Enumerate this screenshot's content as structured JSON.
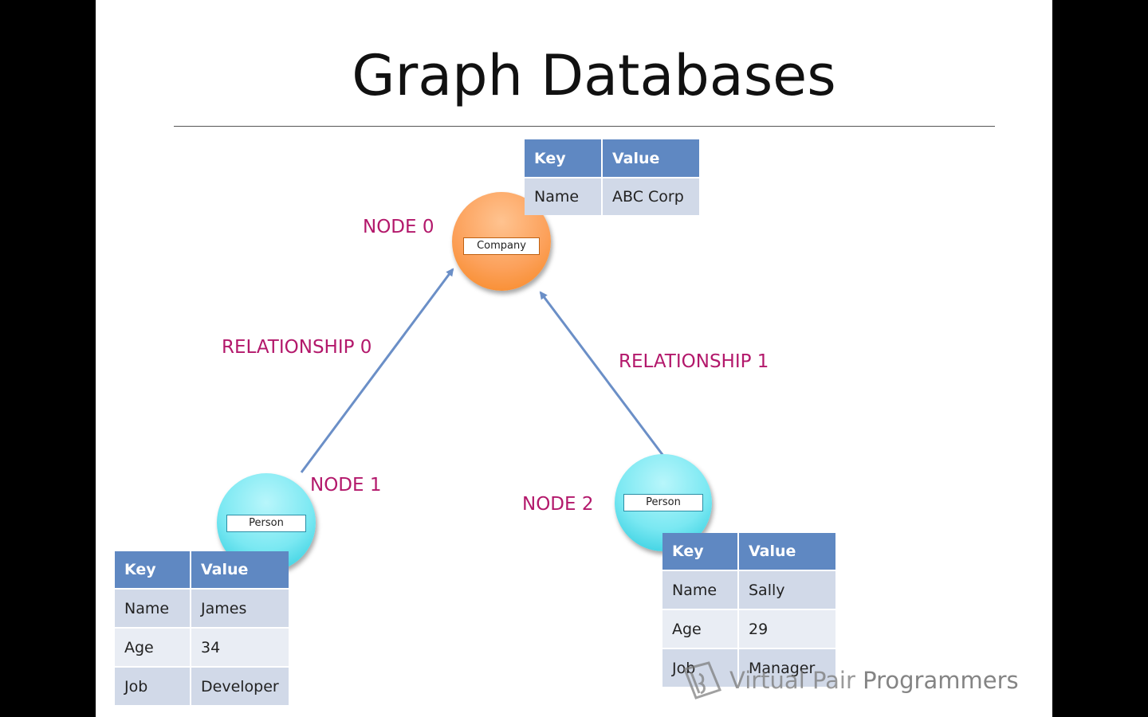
{
  "slide": {
    "title": "Graph Databases"
  },
  "nodes": [
    {
      "id": "node-0",
      "label": "NODE 0",
      "type": "Company"
    },
    {
      "id": "node-1",
      "label": "NODE 1",
      "type": "Person"
    },
    {
      "id": "node-2",
      "label": "NODE 2",
      "type": "Person"
    }
  ],
  "relationships": [
    {
      "label": "RELATIONSHIP 0",
      "from": "NODE 1",
      "to": "NODE 0"
    },
    {
      "label": "RELATIONSHIP 1",
      "from": "NODE 2",
      "to": "NODE 0"
    }
  ],
  "tables": {
    "company": {
      "headers": [
        "Key",
        "Value"
      ],
      "rows": [
        [
          "Name",
          "ABC Corp"
        ]
      ]
    },
    "james": {
      "headers": [
        "Key",
        "Value"
      ],
      "rows": [
        [
          "Name",
          "James"
        ],
        [
          "Age",
          "34"
        ],
        [
          "Job",
          "Developer"
        ]
      ]
    },
    "sally": {
      "headers": [
        "Key",
        "Value"
      ],
      "rows": [
        [
          "Name",
          "Sally"
        ],
        [
          "Age",
          "29"
        ],
        [
          "Job",
          "Manager"
        ]
      ]
    }
  },
  "watermark": {
    "text_light": "Virtual Pair ",
    "text_strong": "Programmers",
    "icon": "vpp-logo-icon"
  },
  "colors": {
    "label_text": "#b3186b",
    "arrow": "#6b8fc7",
    "table_header": "#5f88c2",
    "table_row_dark": "#d1d9e8",
    "table_row_light": "#e9edf4",
    "node_company": "#f7861f",
    "node_person": "#22c8dc"
  }
}
